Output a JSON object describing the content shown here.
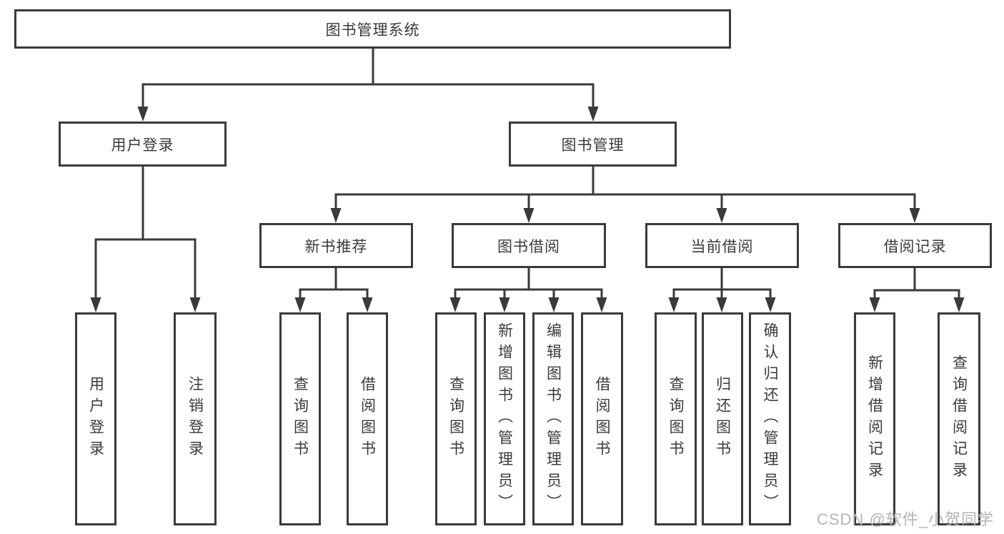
{
  "diagram": {
    "title": "图书管理系统",
    "tree": {
      "label": "图书管理系统",
      "children": [
        {
          "label": "用户登录",
          "children": [
            {
              "label": "用户登录"
            },
            {
              "label": "注销登录"
            }
          ]
        },
        {
          "label": "图书管理",
          "children": [
            {
              "label": "新书推荐",
              "children": [
                {
                  "label": "查询图书"
                },
                {
                  "label": "借阅图书"
                }
              ]
            },
            {
              "label": "图书借阅",
              "children": [
                {
                  "label": "查询图书"
                },
                {
                  "label": "新增图书（管理员）"
                },
                {
                  "label": "编辑图书（管理员）"
                },
                {
                  "label": "借阅图书"
                }
              ]
            },
            {
              "label": "当前借阅",
              "children": [
                {
                  "label": "查询图书"
                },
                {
                  "label": "归还图书"
                },
                {
                  "label": "确认归还（管理员）"
                }
              ]
            },
            {
              "label": "借阅记录",
              "children": [
                {
                  "label": "新增借阅记录"
                },
                {
                  "label": "查询借阅记录"
                }
              ]
            }
          ]
        }
      ]
    }
  },
  "watermark": {
    "text": "CSDN @软件_小贺同学"
  },
  "colors": {
    "line": "#3a3a3a",
    "text": "#3a3a3a",
    "watermark": "#b3b3b3",
    "background": "#ffffff"
  }
}
